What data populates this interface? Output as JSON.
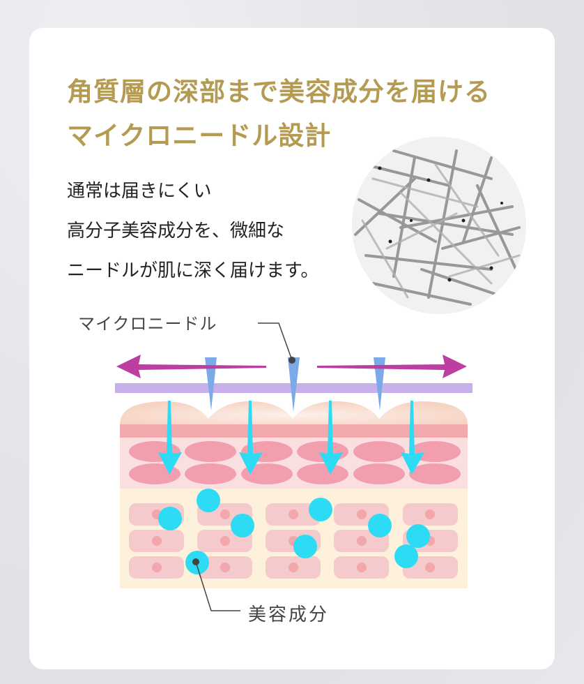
{
  "headline": {
    "line1": "角質層の深部まで美容成分を届ける",
    "line2": "マイクロニードル設計",
    "color": "#b59a52"
  },
  "body": {
    "line1": "通常は届きにくい",
    "line2": "高分子美容成分を、微細な",
    "line3": "ニードルが肌に深く届けます。"
  },
  "photo": {
    "description": "microscope-image-of-microneedles"
  },
  "diagram": {
    "label_needle": "マイクロニードル",
    "label_ingredient": "美容成分",
    "colors": {
      "spread_arrow": "#bb3ea0",
      "needle": "#7aaae8",
      "patch_band": "#c8b0ea",
      "penetration_arrow": "#2ddcf4",
      "ingredient_dot": "#2ddcf4",
      "stratum_corneum": "#f8dccf",
      "epidermis_strip": "#f2a9ae",
      "epidermis": "#f9dfe0",
      "epidermis_cell": "#f29eae",
      "dermis": "#fdf1dc",
      "dermis_cell": "#f4cacd",
      "dermis_nucleus": "#f2a7ad",
      "leader_line": "#444444"
    }
  }
}
